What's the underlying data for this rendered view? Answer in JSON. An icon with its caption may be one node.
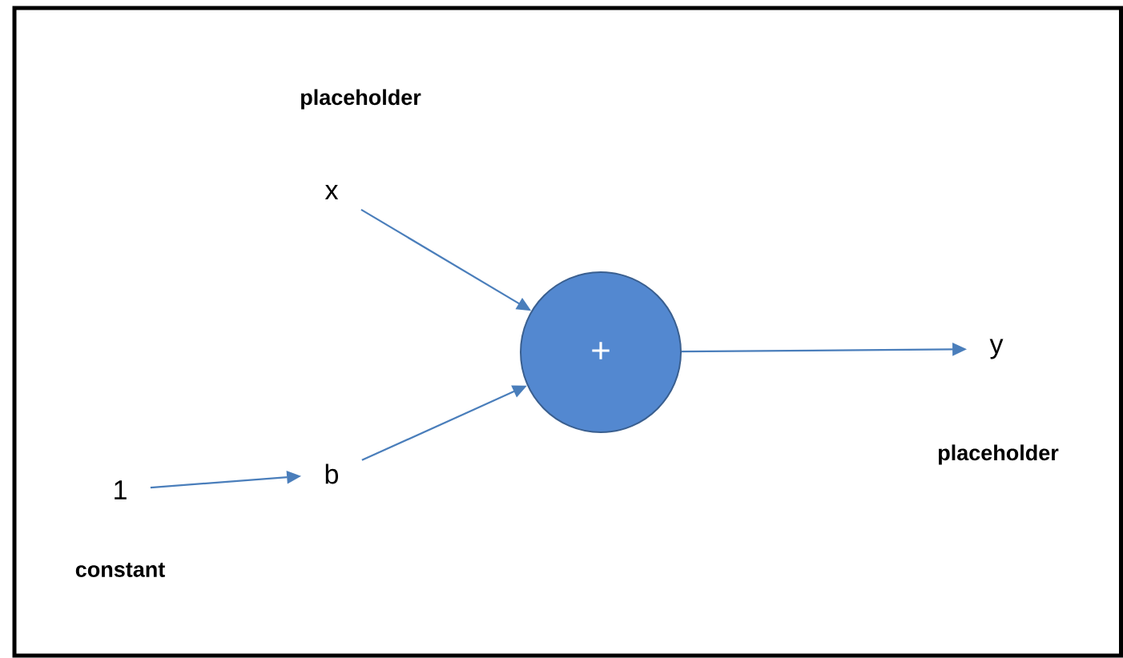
{
  "diagram": {
    "nodes": [
      {
        "text": [
          "x"
        ],
        "beside": [
          "placeholder"
        ]
      },
      {
        "text": [
          "+"
        ]
      },
      {
        "text": [
          "y"
        ],
        "beside": [
          "placeholder"
        ]
      },
      {
        "text": [
          "b"
        ]
      },
      {
        "text": [
          "1"
        ],
        "beside": [
          "constant"
        ]
      }
    ],
    "edges": [
      {
        "from": 0,
        "to": 1,
        "arrow": "to"
      },
      {
        "from": 3,
        "to": 1,
        "arrow": "to"
      },
      {
        "from": 1,
        "to": 2,
        "arrow": "to"
      },
      {
        "from": 4,
        "to": 3,
        "arrow": "to"
      }
    ]
  }
}
